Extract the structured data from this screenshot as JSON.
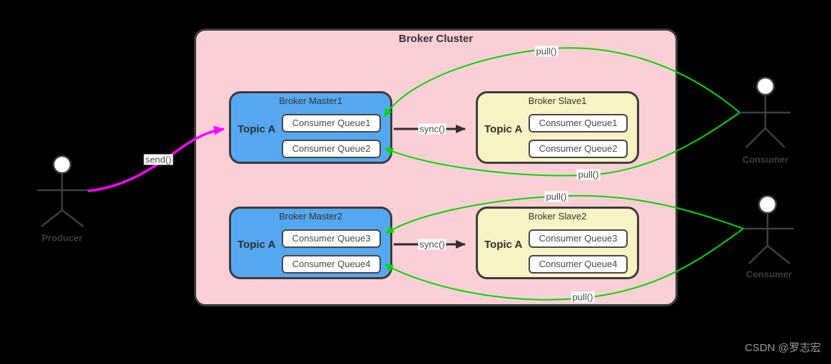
{
  "cluster": {
    "title": "Broker Cluster"
  },
  "brokers": [
    {
      "title": "Broker Master1",
      "topic": "Topic A",
      "queues": [
        "Consumer Queue1",
        "Consumer Queue2"
      ]
    },
    {
      "title": "Broker Slave1",
      "topic": "Topic A",
      "queues": [
        "Consumer Queue1",
        "Consumer Queue2"
      ]
    },
    {
      "title": "Broker Master2",
      "topic": "Topic A",
      "queues": [
        "Consumer Queue3",
        "Consumer Queue4"
      ]
    },
    {
      "title": "Broker Slave2",
      "topic": "Topic A",
      "queues": [
        "Consumer Queue3",
        "Consumer Queue4"
      ]
    }
  ],
  "actors": [
    {
      "label": "Producer"
    },
    {
      "label": "Consumer"
    },
    {
      "label": "Consumer"
    }
  ],
  "labels": {
    "send": "send()",
    "sync1": "sync()",
    "sync2": "sync()",
    "pull1": "pull()",
    "pull2": "pull()",
    "pull3": "pull()",
    "pull4": "pull()"
  },
  "watermark": "CSDN @罗志宏",
  "colors": {
    "background": "#000000",
    "cluster_fill": "#fbcfd6",
    "master_fill": "#55a8f0",
    "slave_fill": "#f8f3c3",
    "queue_fill": "#ffffff",
    "stroke_dark": "#3c3c3c",
    "pull_arrow": "#00d900",
    "send_arrow": "#ff00ff",
    "sync_arrow": "#2e2e2e",
    "watermark_text": "#9b9b9b"
  }
}
